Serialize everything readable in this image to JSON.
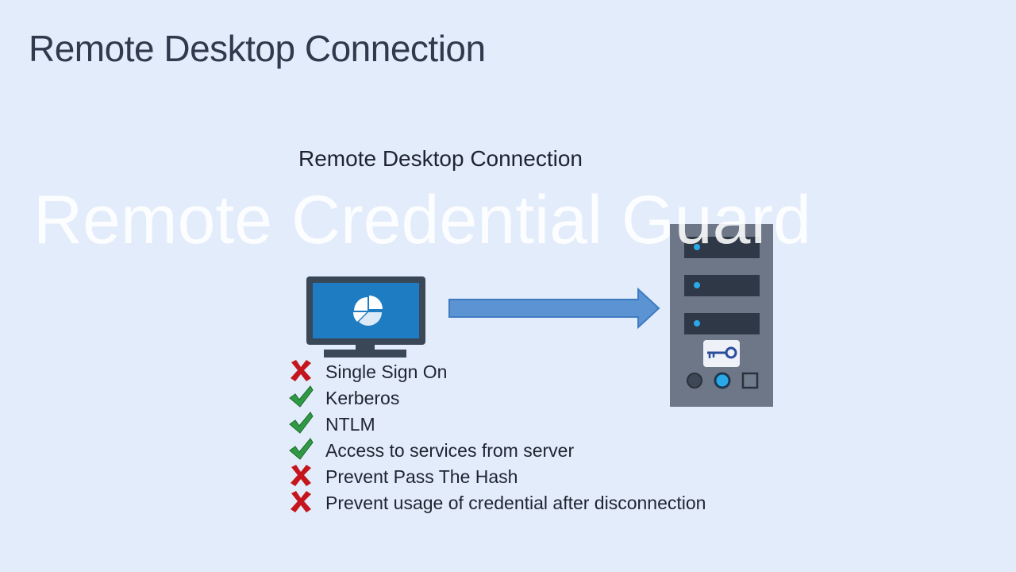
{
  "slide": {
    "title": "Remote Desktop Connection",
    "watermark": "Remote Credential Guard"
  },
  "diagram": {
    "title": "Remote Desktop Connection",
    "client_icon": "monitor-pie-chart-icon",
    "server_icon": "server-with-key-icon",
    "connection_icon": "right-arrow-icon",
    "colors": {
      "screen": "#1d7cc2",
      "monitor_frame": "#3a4756",
      "arrow": "#5b93d3",
      "server": "#6e7787",
      "drive": "#2f3846",
      "check": "#2e9a43",
      "cross": "#c4161c"
    },
    "features": [
      {
        "label": "Single Sign On",
        "status": "cross"
      },
      {
        "label": "Kerberos",
        "status": "check"
      },
      {
        "label": "NTLM",
        "status": "check"
      },
      {
        "label": "Access to services from server",
        "status": "check"
      },
      {
        "label": "Prevent Pass The Hash",
        "status": "cross"
      },
      {
        "label": "Prevent usage of credential after disconnection",
        "status": "cross"
      }
    ]
  }
}
